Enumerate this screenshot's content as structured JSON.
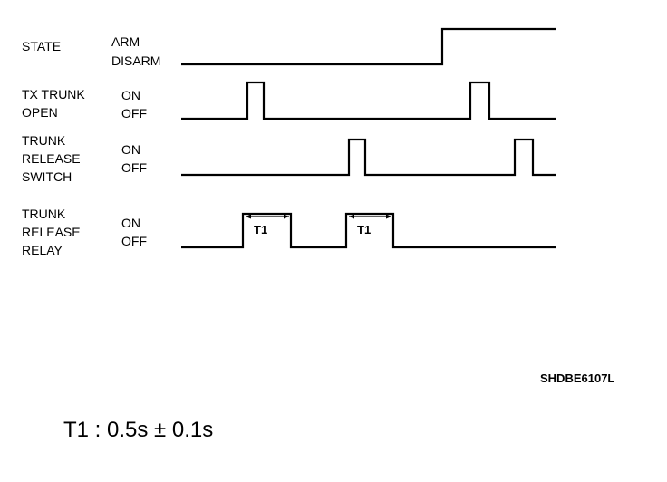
{
  "signals": [
    {
      "id": "state",
      "label_lines": [
        "STATE"
      ],
      "high_label": "ARM",
      "low_label": "DISARM"
    },
    {
      "id": "tx-trunk-open",
      "label_lines": [
        "TX TRUNK",
        "OPEN"
      ],
      "high_label": "ON",
      "low_label": "OFF"
    },
    {
      "id": "trunk-release-switch",
      "label_lines": [
        "TRUNK",
        "RELEASE",
        "SWITCH"
      ],
      "high_label": "ON",
      "low_label": "OFF"
    },
    {
      "id": "trunk-release-relay",
      "label_lines": [
        "TRUNK",
        "RELEASE",
        "RELAY"
      ],
      "high_label": "ON",
      "low_label": "OFF"
    }
  ],
  "pulse_labels": [
    "T1",
    "T1"
  ],
  "figure_code": "SHDBE6107L",
  "formula": "T1 : 0.5s ± 0.1s"
}
